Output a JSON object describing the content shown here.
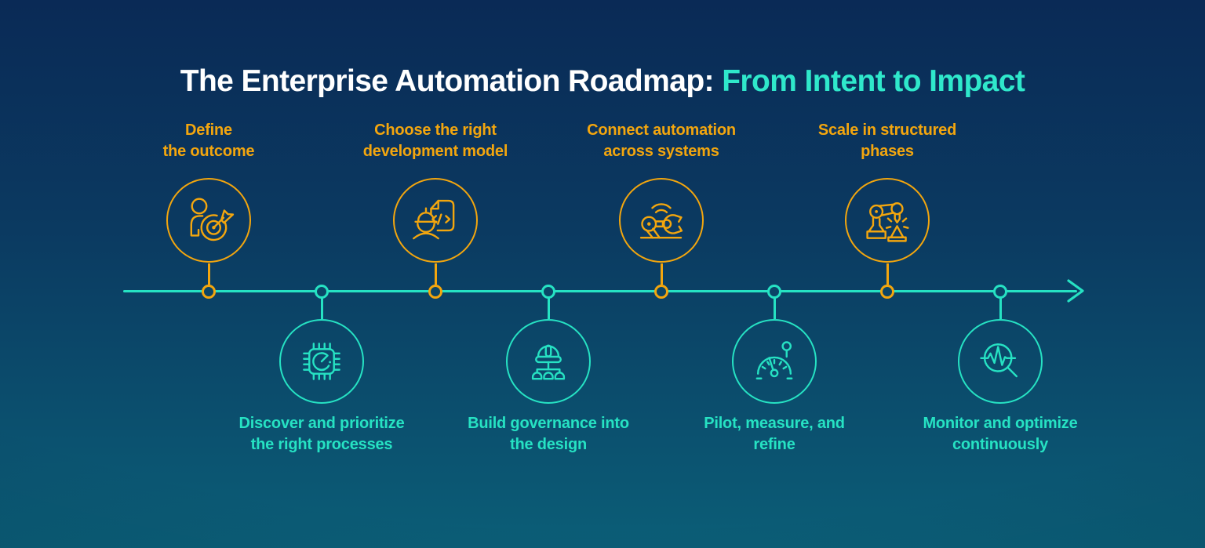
{
  "title": {
    "main": "The Enterprise Automation Roadmap:",
    "highlight": "From Intent to Impact"
  },
  "colors": {
    "background_top": "#0a2a56",
    "background_bottom": "#0b5e77",
    "orange_accent": "#f3a60e",
    "teal_accent": "#26e2c3",
    "title_text": "#ffffff",
    "title_highlight": "#2fe8cb"
  },
  "timeline": {
    "style": "horizontal-line-with-right-arrow",
    "node_count": 8
  },
  "steps": [
    {
      "side": "top",
      "accent": "orange",
      "icon": "person-target-icon",
      "label_lines": [
        "Define",
        "the outcome"
      ]
    },
    {
      "side": "bottom",
      "accent": "teal",
      "icon": "chip-gauge-icon",
      "label_lines": [
        "Discover and prioritize",
        "the right processes"
      ]
    },
    {
      "side": "top",
      "accent": "orange",
      "icon": "engineer-code-document-icon",
      "label_lines": [
        "Choose the right",
        "development model"
      ]
    },
    {
      "side": "bottom",
      "accent": "teal",
      "icon": "hard-hat-hierarchy-icon",
      "label_lines": [
        "Build governance into",
        "the design"
      ]
    },
    {
      "side": "top",
      "accent": "orange",
      "icon": "robot-arm-signal-icon",
      "label_lines": [
        "Connect automation",
        "across systems"
      ]
    },
    {
      "side": "bottom",
      "accent": "teal",
      "icon": "speedometer-pin-icon",
      "label_lines": [
        "Pilot, measure, and",
        "refine"
      ]
    },
    {
      "side": "top",
      "accent": "orange",
      "icon": "robot-welder-icon",
      "label_lines": [
        "Scale in structured",
        "phases"
      ]
    },
    {
      "side": "bottom",
      "accent": "teal",
      "icon": "magnifier-pulse-icon",
      "label_lines": [
        "Monitor and optimize",
        "continuously"
      ]
    }
  ]
}
